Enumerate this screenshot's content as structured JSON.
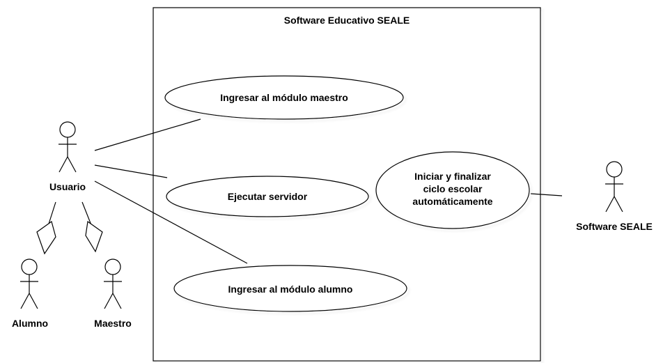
{
  "diagram": {
    "system_title": "Software Educativo SEALE",
    "actors": {
      "usuario": "Usuario",
      "alumno": "Alumno",
      "maestro": "Maestro",
      "software": "Software SEALE"
    },
    "use_cases": {
      "maestro_module": "Ingresar al módulo maestro",
      "server": "Ejecutar servidor",
      "alumno_module": "Ingresar al módulo alumno",
      "cycle_line1": "Iniciar y finalizar",
      "cycle_line2": "ciclo escolar",
      "cycle_line3": "automáticamente"
    }
  }
}
